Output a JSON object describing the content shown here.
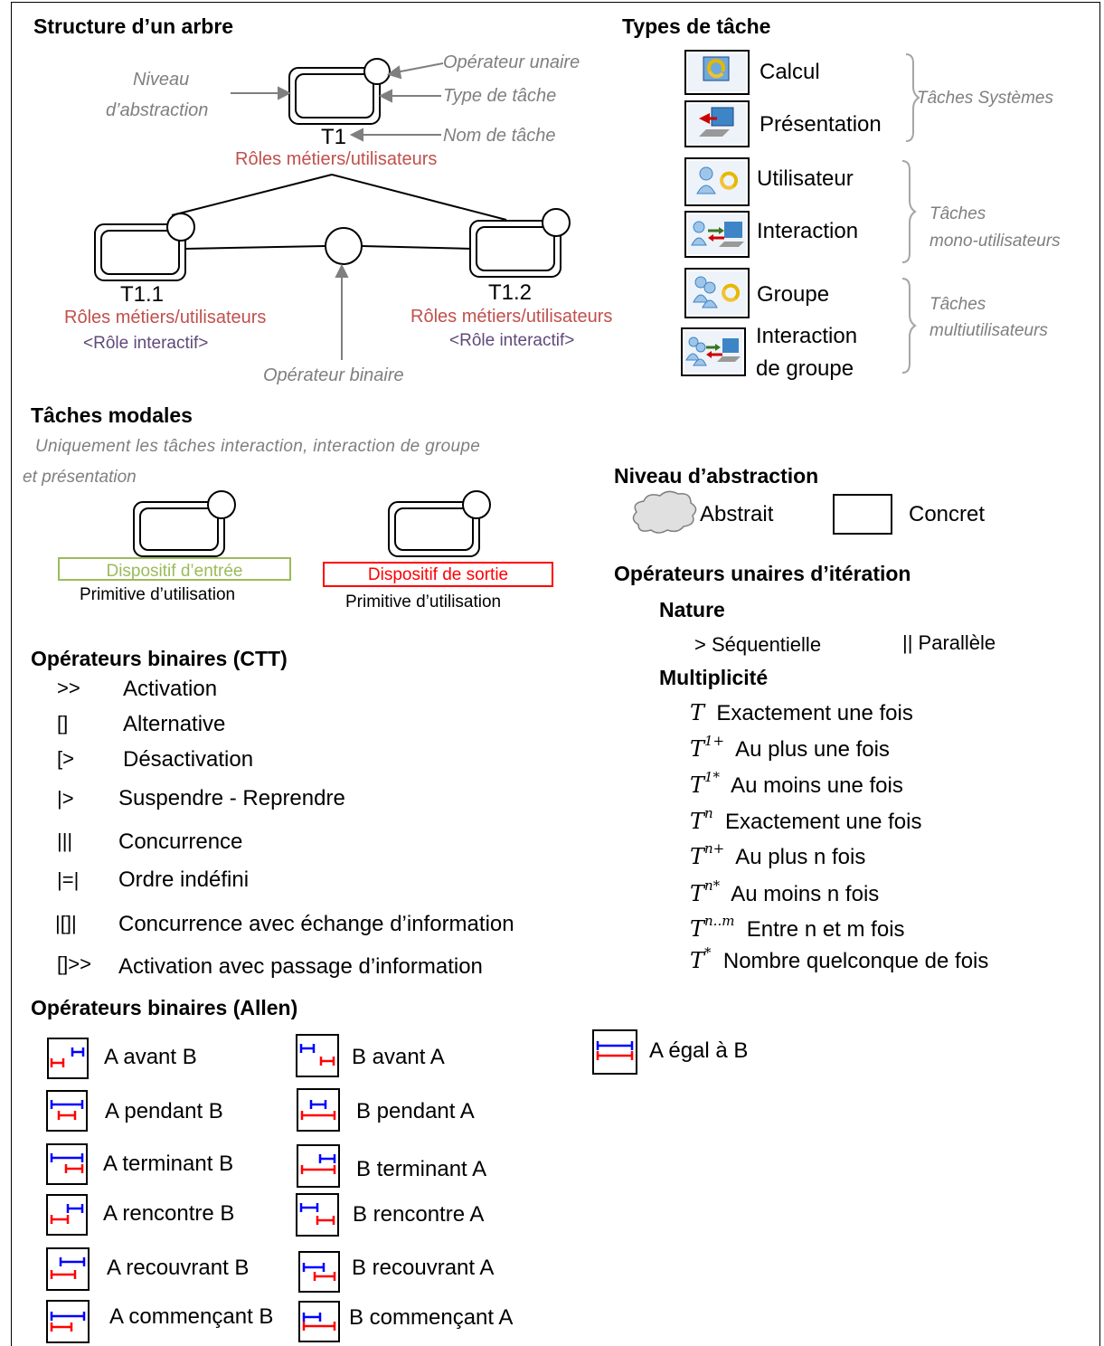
{
  "tree": {
    "title": "Structure d’un arbre",
    "root_name": "T1",
    "root_roles": "Rôles métiers/utilisateurs",
    "annot_abstraction_line1": "Niveau",
    "annot_abstraction_line2": "d’abstraction",
    "annot_unary": "Opérateur unaire",
    "annot_task_type": "Type de tâche",
    "annot_task_name": "Nom de tâche",
    "annot_binary": "Opérateur binaire",
    "child1_name": "T1.1",
    "child1_roles": "Rôles métiers/utilisateurs",
    "child1_interactive": "<Rôle interactif>",
    "child2_name": "T1.2",
    "child2_roles": "Rôles métiers/utilisateurs",
    "child2_interactive": "<Rôle interactif>"
  },
  "task_types": {
    "title": "Types de tâche",
    "items": [
      {
        "label": "Calcul",
        "icon": "calcul-icon"
      },
      {
        "label": "Présentation",
        "icon": "presentation-icon"
      },
      {
        "label": "Utilisateur",
        "icon": "user-icon"
      },
      {
        "label": "Interaction",
        "icon": "interaction-icon"
      },
      {
        "label": "Groupe",
        "icon": "group-icon"
      },
      {
        "label_line1": "Interaction",
        "label_line2": "de groupe",
        "icon": "group-interaction-icon"
      }
    ],
    "group_system": "Tâches Systèmes",
    "group_mono_line1": "Tâches",
    "group_mono_line2": "mono-utilisateurs",
    "group_multi_line1": "Tâches",
    "group_multi_line2": "multiutilisateurs"
  },
  "modal": {
    "title": "Tâches modales",
    "note_line1": "Uniquement les tâches interaction, interaction de groupe",
    "note_line2": "et présentation",
    "input_device": "Dispositif d’entrée",
    "output_device": "Dispositif de sortie",
    "primitive1": "Primitive d’utilisation",
    "primitive2": "Primitive d’utilisation",
    "input_color": "#9bbb59",
    "output_color": "#ff0000"
  },
  "abstraction": {
    "title": "Niveau d’abstraction",
    "abstract_label": "Abstrait",
    "concrete_label": "Concret"
  },
  "unary": {
    "title": "Opérateurs unaires d’itération",
    "nature_title": "Nature",
    "sequential": "> Séquentielle",
    "parallel": "|| Parallèle",
    "multiplicity_title": "Multiplicité",
    "items": [
      {
        "base": "T",
        "sup": "",
        "label": "Exactement une fois"
      },
      {
        "base": "T",
        "sup": "1+",
        "label": "Au plus une fois"
      },
      {
        "base": "T",
        "sup": "1*",
        "label": "Au moins une fois"
      },
      {
        "base": "T",
        "sup": "n",
        "label": "Exactement une fois"
      },
      {
        "base": "T",
        "sup": "n+",
        "label": "Au plus n fois"
      },
      {
        "base": "T",
        "sup": "n*",
        "label": "Au moins n fois"
      },
      {
        "base": "T",
        "sup": "n..m",
        "label": "Entre n et m fois"
      },
      {
        "base": "T",
        "sup": "*",
        "label": "Nombre quelconque de fois"
      }
    ]
  },
  "ctt": {
    "title": "Opérateurs binaires (CTT)",
    "items": [
      {
        "symbol": ">>",
        "label": "Activation"
      },
      {
        "symbol": "[]",
        "label": "Alternative"
      },
      {
        "symbol": "[>",
        "label": "Désactivation"
      },
      {
        "symbol": "|>",
        "label": "Suspendre - Reprendre"
      },
      {
        "symbol": "|||",
        "label": "Concurrence"
      },
      {
        "symbol": "|=|",
        "label": "Ordre indéfini"
      },
      {
        "symbol": "|[]|",
        "label": "Concurrence avec échange d’information"
      },
      {
        "symbol": "[]>>",
        "label": "Activation avec passage d’information"
      }
    ]
  },
  "allen": {
    "title": "Opérateurs binaires (Allen)",
    "left": [
      "A avant B",
      "A pendant B",
      "A terminant B",
      "A rencontre B",
      "A recouvrant B",
      "A commençant B"
    ],
    "right": [
      "B avant A",
      "B pendant A",
      "B terminant A",
      "B rencontre A",
      "B recouvrant A",
      "B commençant A"
    ],
    "equal": "A égal à B",
    "blue": "#0000ff",
    "red": "#ff0000"
  },
  "colors": {
    "grey_text": "#7f7f7f",
    "role_red": "#c0504d",
    "interactive_purple": "#5f497a"
  }
}
